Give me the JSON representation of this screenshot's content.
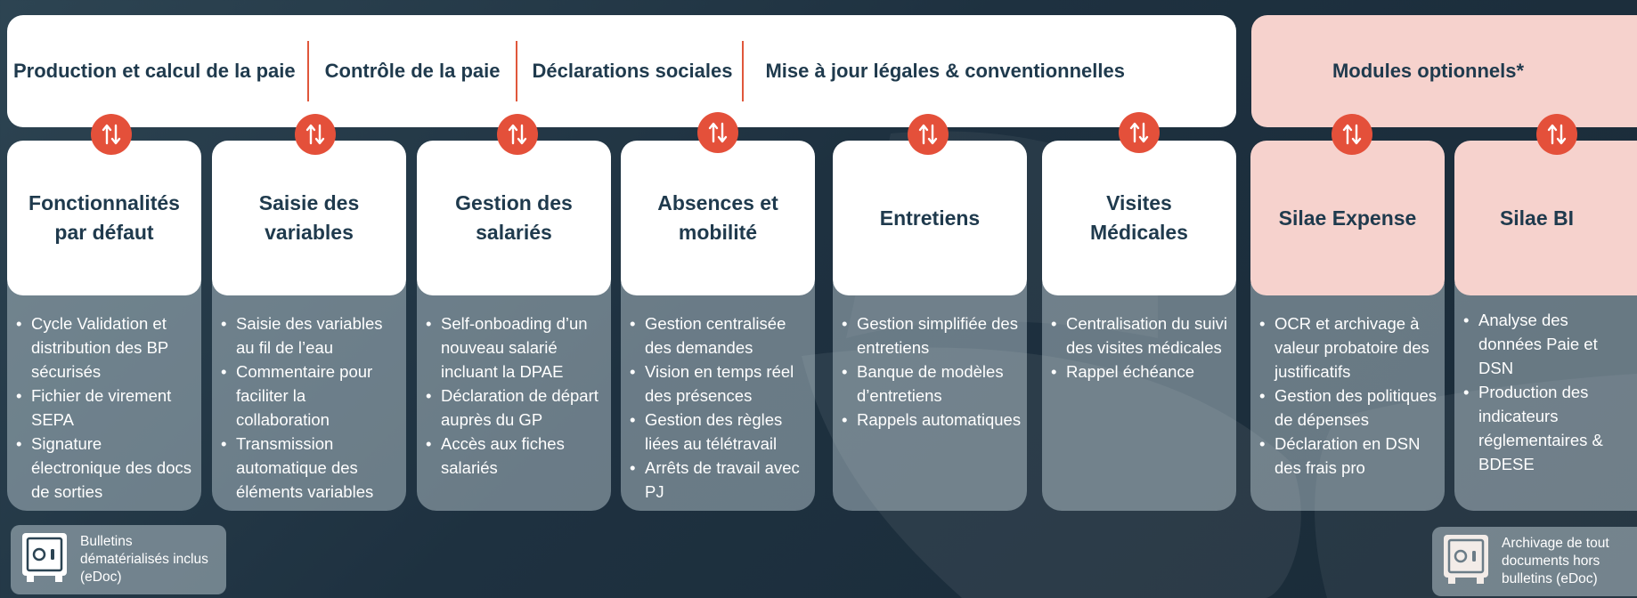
{
  "top_banner": {
    "segments": [
      "Production et calcul de la paie",
      "Contrôle de la paie",
      "Déclarations sociales",
      "Mise à jour légales & conventionnelles"
    ],
    "optional_title": "Modules optionnels*"
  },
  "cards": [
    {
      "title": "Fonctionnalités\npar défaut",
      "optional": false,
      "bullets": [
        "Cycle Validation et distribution des BP sécurisés",
        "Fichier de virement SEPA",
        "Signature électronique des docs de sorties"
      ]
    },
    {
      "title": "Saisie des\nvariables",
      "optional": false,
      "bullets": [
        "Saisie des variables au fil de l’eau",
        "Commentaire pour faciliter la collaboration",
        "Transmission automatique des éléments variables"
      ]
    },
    {
      "title": "Gestion des\nsalariés",
      "optional": false,
      "bullets": [
        "Self-onboading d’un nouveau salarié incluant la DPAE",
        "Déclaration de départ auprès du GP",
        "Accès aux fiches salariés"
      ]
    },
    {
      "title": "Absences et\nmobilité",
      "optional": false,
      "bullets": [
        "Gestion centralisée des demandes",
        "Vision en temps réel des présences",
        "Gestion des règles liées au télétravail",
        "Arrêts de travail avec PJ"
      ]
    },
    {
      "title": "Entretiens",
      "optional": false,
      "bullets": [
        "Gestion simplifiée des entretiens",
        "Banque de modèles d’entretiens",
        "Rappels automatiques"
      ]
    },
    {
      "title": "Visites\nMédicales",
      "optional": false,
      "bullets": [
        "Centralisation du suivi des visites médicales",
        "Rappel échéance"
      ]
    },
    {
      "title": "Silae Expense",
      "optional": true,
      "bullets": [
        "OCR et archivage à valeur probatoire des justificatifs",
        "Gestion des politiques de dépenses",
        "Déclaration en DSN des frais pro"
      ]
    },
    {
      "title": "Silae BI",
      "optional": true,
      "bullets": [
        "Analyse des données Paie et DSN",
        "Production des indicateurs réglementaires & BDESE"
      ]
    }
  ],
  "archive_left": "Bulletins\ndématérialisés inclus\n(eDoc)",
  "archive_right": "Archivage de tout\ndocuments hors\nbulletins (eDoc)",
  "colors": {
    "accent": "#e4503a",
    "title_text": "#1f3a4d",
    "optional_bg": "#f6d2cd",
    "background": "#1f3240"
  },
  "icons": {
    "badge": "up-down-arrows-icon",
    "archive": "safe-icon"
  }
}
